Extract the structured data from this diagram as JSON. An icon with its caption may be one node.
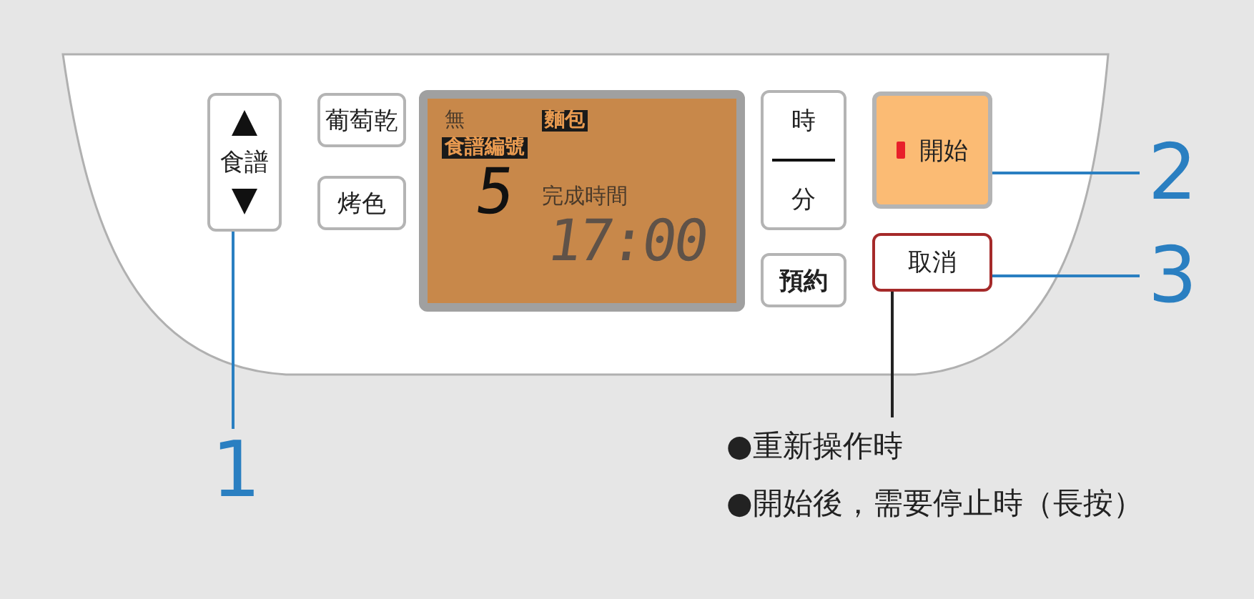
{
  "diagram": {
    "nodes": [
      {
        "text": [
          "食譜"
        ]
      },
      {
        "text": [
          "葡萄乾"
        ]
      },
      {
        "text": [
          "烤色"
        ]
      },
      {
        "text": [
          "無",
          "麵包",
          "食譜編號",
          "5",
          "完成時間",
          "17:00"
        ]
      },
      {
        "text": [
          "時",
          "分"
        ]
      },
      {
        "text": [
          "預約"
        ]
      },
      {
        "text": [
          "開始"
        ]
      },
      {
        "text": [
          "取消"
        ]
      },
      {
        "text": [
          "1"
        ]
      },
      {
        "text": [
          "2"
        ]
      },
      {
        "text": [
          "3"
        ]
      },
      {
        "text": [
          "●重新操作時",
          "●開始後，需要停止時（長按）"
        ]
      }
    ],
    "edges": [
      {
        "from": 8,
        "to": 0,
        "arrow": "none",
        "color": "#2a7fc1"
      },
      {
        "from": 6,
        "to": 9,
        "arrow": "none",
        "color": "#2a7fc1"
      },
      {
        "from": 7,
        "to": 10,
        "arrow": "none",
        "color": "#2a7fc1"
      },
      {
        "from": 7,
        "to": 11,
        "arrow": "none",
        "color": "#222222"
      }
    ]
  }
}
